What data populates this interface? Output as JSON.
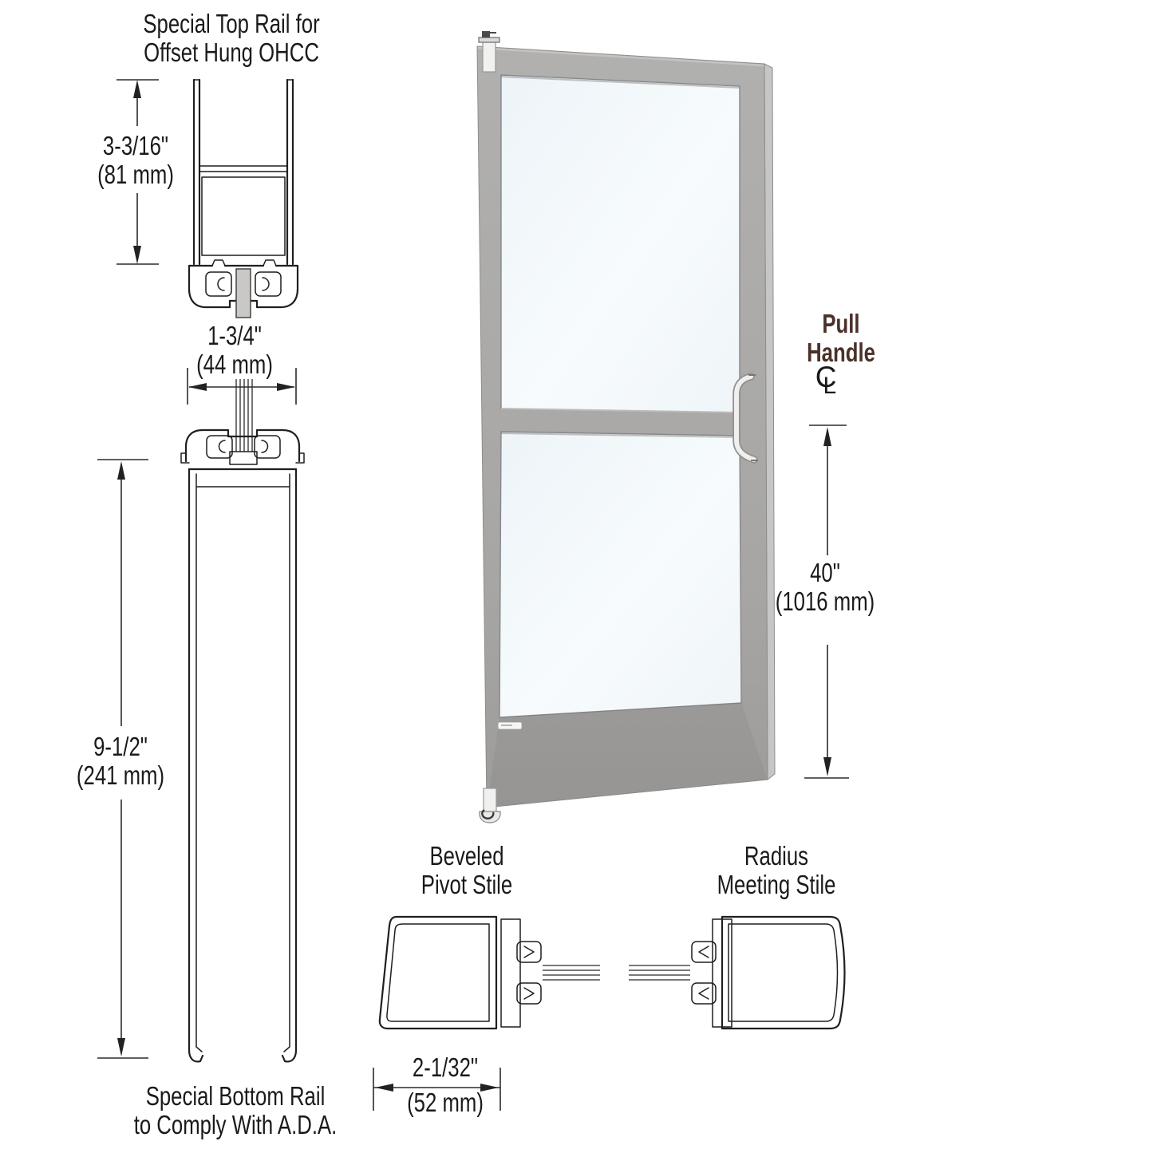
{
  "figure": {
    "type": "product-spec-diagram",
    "subject": "Aluminum offset-hung glass door with special top and bottom rails, stile sections and dimensions"
  },
  "colors": {
    "background": "#ffffff",
    "line": "#1f1f1f",
    "text": "#1a1a1a",
    "accent_brown": "#4a3129",
    "door_gray": "#a8a7a5",
    "door_gray_light": "#c7c6c4",
    "glass": "#f3f8fb",
    "hardware_white": "#f1f1ef"
  },
  "labels": {
    "top_rail_caption": "Special Top Rail for\nOffset Hung OHCC",
    "top_rail_height": "3-3/16\"\n(81 mm)",
    "door_rail_width": "1-3/4\"\n(44 mm)",
    "bottom_rail_height": "9-1/2\"\n(241 mm)",
    "bottom_rail_caption": "Special Bottom Rail\nto Comply With A.D.A.",
    "pull_handle": "Pull\nHandle",
    "centerline_c": "C",
    "centerline_l": "L",
    "handle_height": "40\"\n(1016 mm)",
    "pivot_stile_caption": "Beveled\nPivot Stile",
    "meeting_stile_caption": "Radius\nMeeting Stile",
    "stile_width_inch": "2-1/32\"",
    "stile_width_mm": "(52 mm)"
  }
}
